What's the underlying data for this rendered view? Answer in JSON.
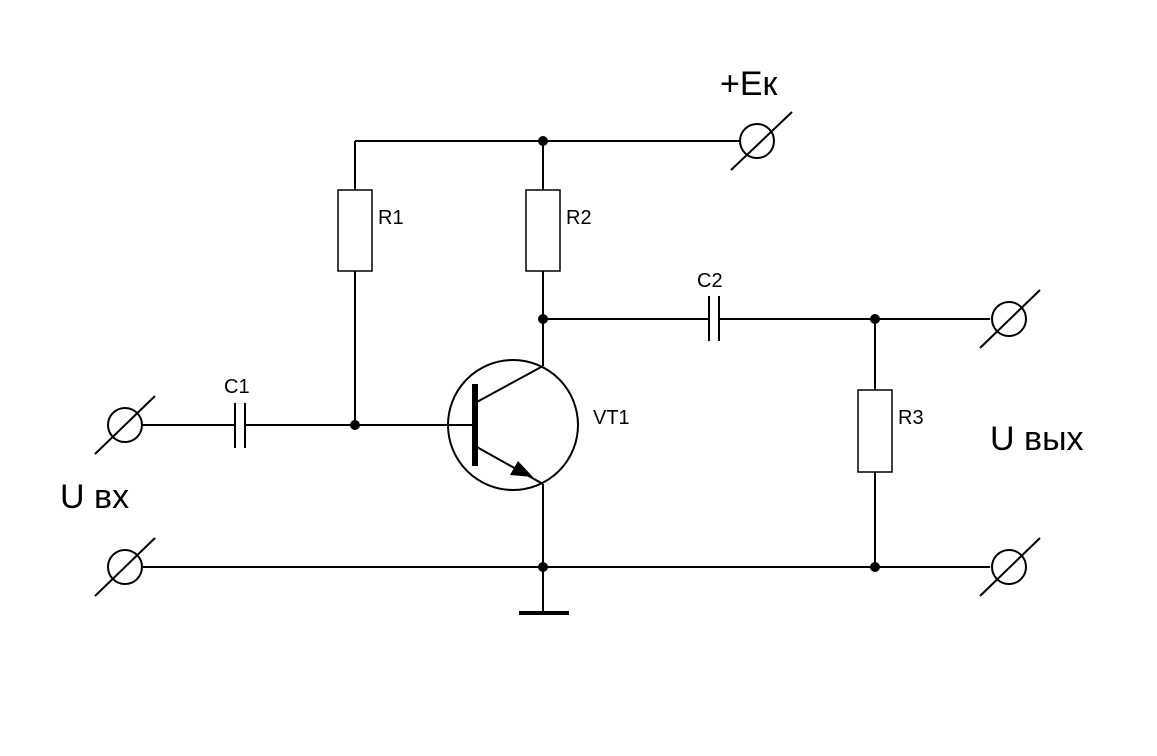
{
  "labels": {
    "supply": "+Eк",
    "r1": "R1",
    "r2": "R2",
    "r3": "R3",
    "c1": "C1",
    "c2": "C2",
    "vt1": "VT1",
    "input": "U вх",
    "output": "U вых"
  }
}
